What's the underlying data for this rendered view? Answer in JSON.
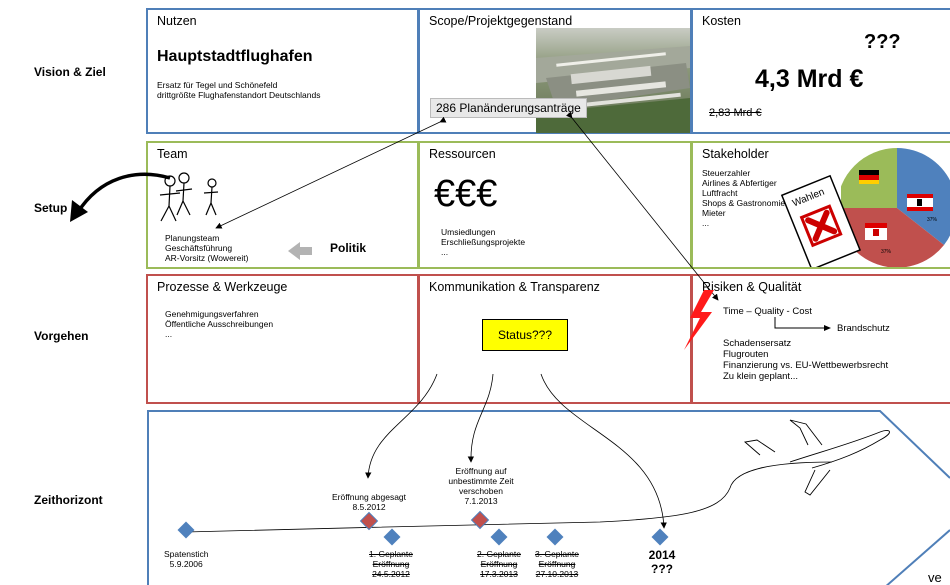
{
  "rows": [
    "Vision & Ziel",
    "Setup",
    "Vorgehen",
    "Zeithorizont"
  ],
  "nutzen": {
    "title": "Nutzen",
    "headline": "Hauptstadtflughafen",
    "lines": [
      "Ersatz für Tegel und Schönefeld",
      "drittgrößte Flughafenstandort Deutschlands"
    ]
  },
  "scope": {
    "title": "Scope/Projektgegenstand",
    "callout": "286 Planänderungsanträge"
  },
  "kosten": {
    "title": "Kosten",
    "question": "???",
    "amount": "4,3 Mrd €",
    "old_amount": "2,83 Mrd €"
  },
  "team": {
    "title": "Team",
    "lines": [
      "Planungsteam",
      "Geschäftsführung",
      "AR-Vorsitz (Wowereit)"
    ],
    "politik": "Politik"
  },
  "ressourcen": {
    "title": "Ressourcen",
    "symbol": "€€€",
    "lines": [
      "Umsiedlungen",
      "Erschließungsprojekte",
      "..."
    ]
  },
  "stakeholder": {
    "title": "Stakeholder",
    "lines": [
      "Steuerzahler",
      "Airlines & Abfertiger",
      "Luftfracht",
      "Shops & Gastronomie",
      "Mieter",
      "..."
    ],
    "wahlen": "Wahlen",
    "pie_labels": [
      "37%",
      "37%"
    ]
  },
  "prozesse": {
    "title": "Prozesse & Werkzeuge",
    "lines": [
      "Genehmigungsverfahren",
      "Öffentliche Ausschreibungen",
      "..."
    ]
  },
  "kommunikation": {
    "title": "Kommunikation & Transparenz",
    "status": "Status???"
  },
  "risiken": {
    "title": "Risiken & Qualität",
    "tqc": "Time – Quality - Cost",
    "brandschutz": "Brandschutz",
    "lines": [
      "Schadensersatz",
      "Flugrouten",
      "Finanzierung vs. EU-Wettbewerbsrecht",
      "Zu klein geplant..."
    ]
  },
  "timeline": {
    "spatenstich": [
      "Spatenstich",
      "5.9.2006"
    ],
    "abgesagt": [
      "Eröffnung  abgesagt",
      "8.5.2012"
    ],
    "verschoben": [
      "Eröffnung  auf",
      "unbestimmte Zeit",
      "verschoben",
      "7.1.2013"
    ],
    "geplant1": [
      "1. Geplante",
      "Eröffnung",
      "24.5.2012"
    ],
    "geplant2": [
      "2. Geplante",
      "Eröffnung",
      "17.3.2013"
    ],
    "geplant3": [
      "3. Geplante",
      "Eröffnung",
      "27.10.2013"
    ],
    "final": [
      "2014",
      "???"
    ],
    "corner": "ve"
  },
  "colors": {
    "blue": "#4f7fb8",
    "green": "#9bbb59",
    "red": "#c0504d",
    "status_fill": "#ffff00",
    "diamond_blue": "#4f81bd",
    "diamond_red": "#c0504d"
  }
}
